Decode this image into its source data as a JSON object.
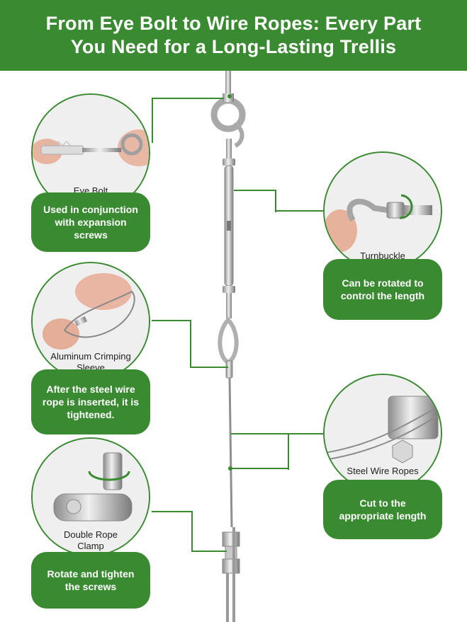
{
  "header": {
    "title_line1": "From Eye Bolt to Wire Ropes: Every Part",
    "title_line2": "You Need for a Long-Lasting Trellis"
  },
  "parts": [
    {
      "label": "Eye Bolt",
      "description_lines": [
        "Used in conjunction",
        "with expansion screws"
      ]
    },
    {
      "label": "Turnbuckle",
      "description_lines": [
        "Can be rotated to",
        "control the length"
      ]
    },
    {
      "label_lines": [
        "Aluminum  Crimping",
        "Sleeve"
      ],
      "description_lines": [
        "After the steel wire",
        "rope is inserted, it is",
        "tightened."
      ]
    },
    {
      "label": "Steel Wire Ropes",
      "description_lines": [
        "Cut to the",
        "appropriate length"
      ]
    },
    {
      "label_lines": [
        "Double Rope",
        "Clamp"
      ],
      "description_lines": [
        "Rotate and tighten",
        "the screws"
      ]
    }
  ],
  "colors": {
    "brand_green": "#3a8a32",
    "steel": "#b8b8b8",
    "text_white": "#ffffff"
  }
}
